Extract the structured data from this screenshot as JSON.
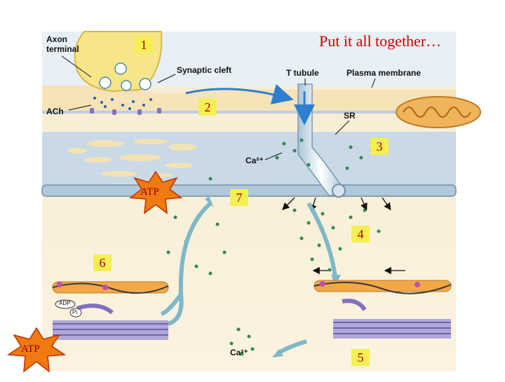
{
  "title": "Put it all together…",
  "steps": [
    "1",
    "2",
    "3",
    "4",
    "5",
    "6",
    "7"
  ],
  "labels": {
    "axon_terminal_line1": "Axon",
    "axon_terminal_line2": "terminal",
    "synaptic_cleft": "Synaptic cleft",
    "t_tubule": "T tubule",
    "plasma_membrane": "Plasma membrane",
    "ach": "ACh",
    "sr": "SR",
    "ca_upper": "Ca²⁺",
    "ca_lower": "Ca²⁺",
    "adp": "ADP",
    "pi": "Pi"
  },
  "atp_bursts": [
    "ATP",
    "ATP"
  ],
  "colors": {
    "title": "#cc0000",
    "step_box": "#f4ef52",
    "step_text": "#b00000",
    "atp_burst": "#f07a10",
    "calcium_dot": "#2e8b57",
    "nerve": "#f7e58a",
    "sr_region": "#c9d9e6"
  }
}
